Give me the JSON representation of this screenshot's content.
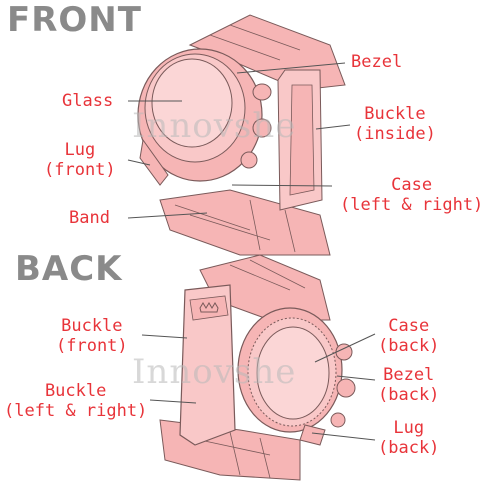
{
  "headings": {
    "front": "FRONT",
    "back": "BACK"
  },
  "watermark": "Innovshe",
  "front_labels": {
    "bezel": "Bezel",
    "glass": "Glass",
    "buckle_inside": "Buckle\n(inside)",
    "lug_front": "Lug\n(front)",
    "case_lr": "Case\n(left & right)",
    "band": "Band"
  },
  "back_labels": {
    "buckle_front": "Buckle\n(front)",
    "case_back": "Case\n(back)",
    "bezel_back": "Bezel\n(back)",
    "buckle_lr": "Buckle\n(left & right)",
    "lug_back": "Lug\n(back)"
  },
  "colors": {
    "label": "#e8343a",
    "heading": "#8a8a8a",
    "watch_fill": "#f6b5b5",
    "watch_line": "#7a5a5a"
  }
}
